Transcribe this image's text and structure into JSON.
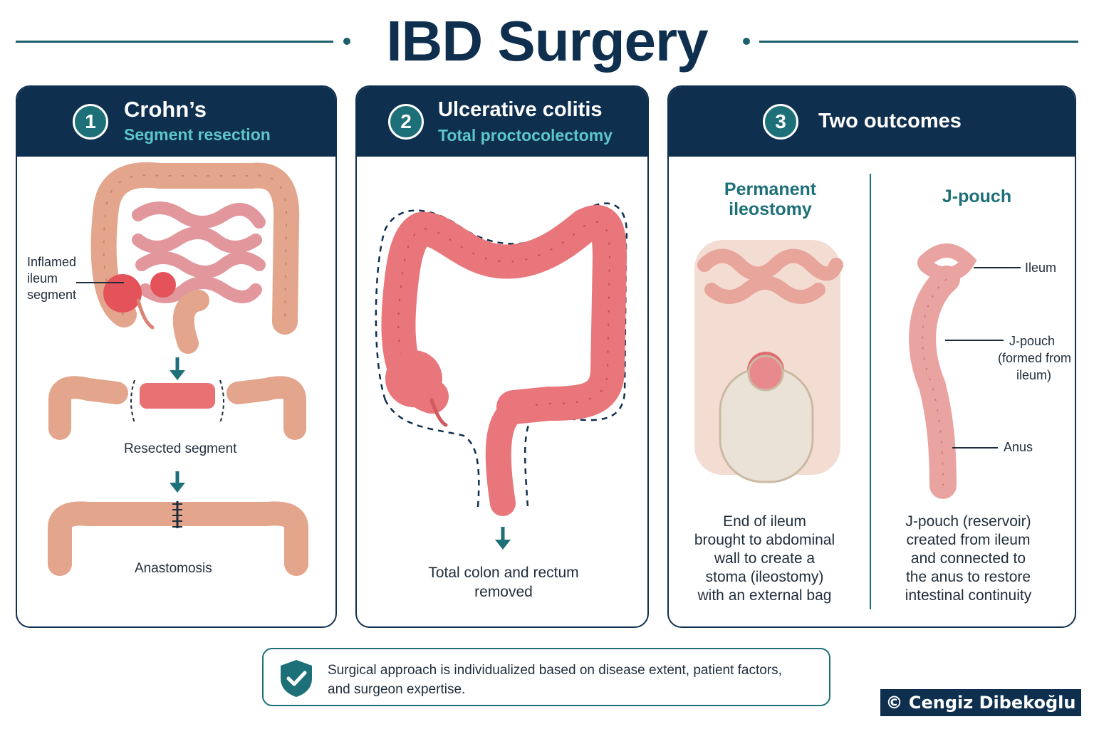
{
  "title": "IBD Surgery",
  "panels": [
    {
      "number": "1",
      "title": "Crohn’s",
      "subtitle": "Segment resection",
      "labels": {
        "inflamed_1": "Inflamed",
        "inflamed_2": "ileum",
        "inflamed_3": "segment",
        "resected": "Resected segment",
        "anastomosis": "Anastomosis"
      }
    },
    {
      "number": "2",
      "title": "Ulcerative colitis",
      "subtitle": "Total proctocolectomy",
      "caption_1": "Total colon and rectum",
      "caption_2": "removed"
    },
    {
      "number": "3",
      "title": "Two outcomes",
      "left": {
        "heading_1": "Permanent",
        "heading_2": "ileostomy",
        "desc": [
          "End of ileum",
          "brought to abdominal",
          "wall to create a",
          "stoma (ileostomy)",
          "with an external bag"
        ]
      },
      "right": {
        "heading": "J-pouch",
        "label_ileum": "Ileum",
        "label_pouch_1": "J-pouch",
        "label_pouch_2": "(formed from",
        "label_pouch_3": "ileum)",
        "label_anus": "Anus",
        "desc": [
          "J-pouch (reservoir)",
          "created from ileum",
          "and connected to",
          "the anus to restore",
          "intestinal continuity"
        ]
      }
    }
  ],
  "note": {
    "icon": "shield-check-icon",
    "line_1": "Surgical approach is individualized based on disease extent, patient factors,",
    "line_2": "and surgeon expertise."
  },
  "copyright": "© Cengiz Dibekoğlu",
  "colors": {
    "navy": "#0f2f4f",
    "teal": "#1d6f78",
    "teal_light": "#5cc6c9",
    "tissue": "#e8a88f",
    "inflamed": "#e5535a"
  }
}
